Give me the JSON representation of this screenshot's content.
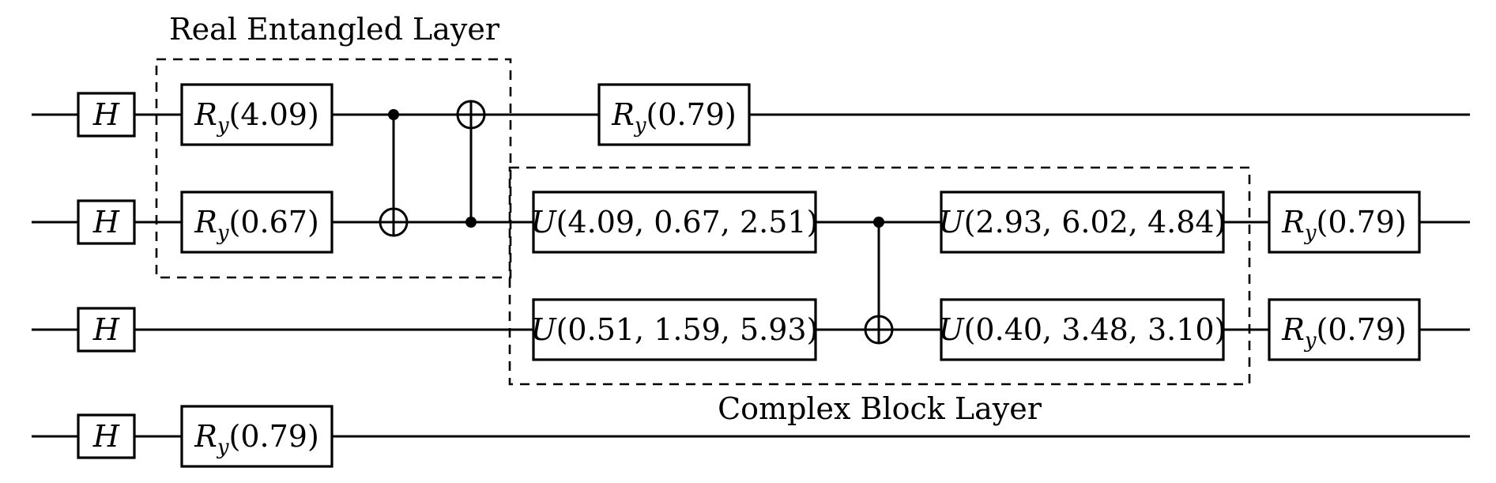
{
  "diagram": {
    "labels": {
      "real_layer": "Real Entangled Layer",
      "complex_layer": "Complex Block Layer"
    },
    "hadamard_label": "H",
    "gates": {
      "q0_ry_a": {
        "name": "R",
        "sub": "y",
        "args": "(4.09)"
      },
      "q1_ry_a": {
        "name": "R",
        "sub": "y",
        "args": "(0.67)"
      },
      "q0_ry_b": {
        "name": "R",
        "sub": "y",
        "args": "(0.79)"
      },
      "q1_u_a": {
        "name": "U",
        "args": "(4.09, 0.67, 2.51)"
      },
      "q2_u_a": {
        "name": "U",
        "args": "(0.51, 1.59, 5.93)"
      },
      "q1_u_b": {
        "name": "U",
        "args": "(2.93, 6.02, 4.84)"
      },
      "q2_u_b": {
        "name": "U",
        "args": "(0.40, 3.48, 3.10)"
      },
      "q1_ry_c": {
        "name": "R",
        "sub": "y",
        "args": "(0.79)"
      },
      "q2_ry_c": {
        "name": "R",
        "sub": "y",
        "args": "(0.79)"
      },
      "q3_ry_a": {
        "name": "R",
        "sub": "y",
        "args": "(0.79)"
      }
    }
  }
}
